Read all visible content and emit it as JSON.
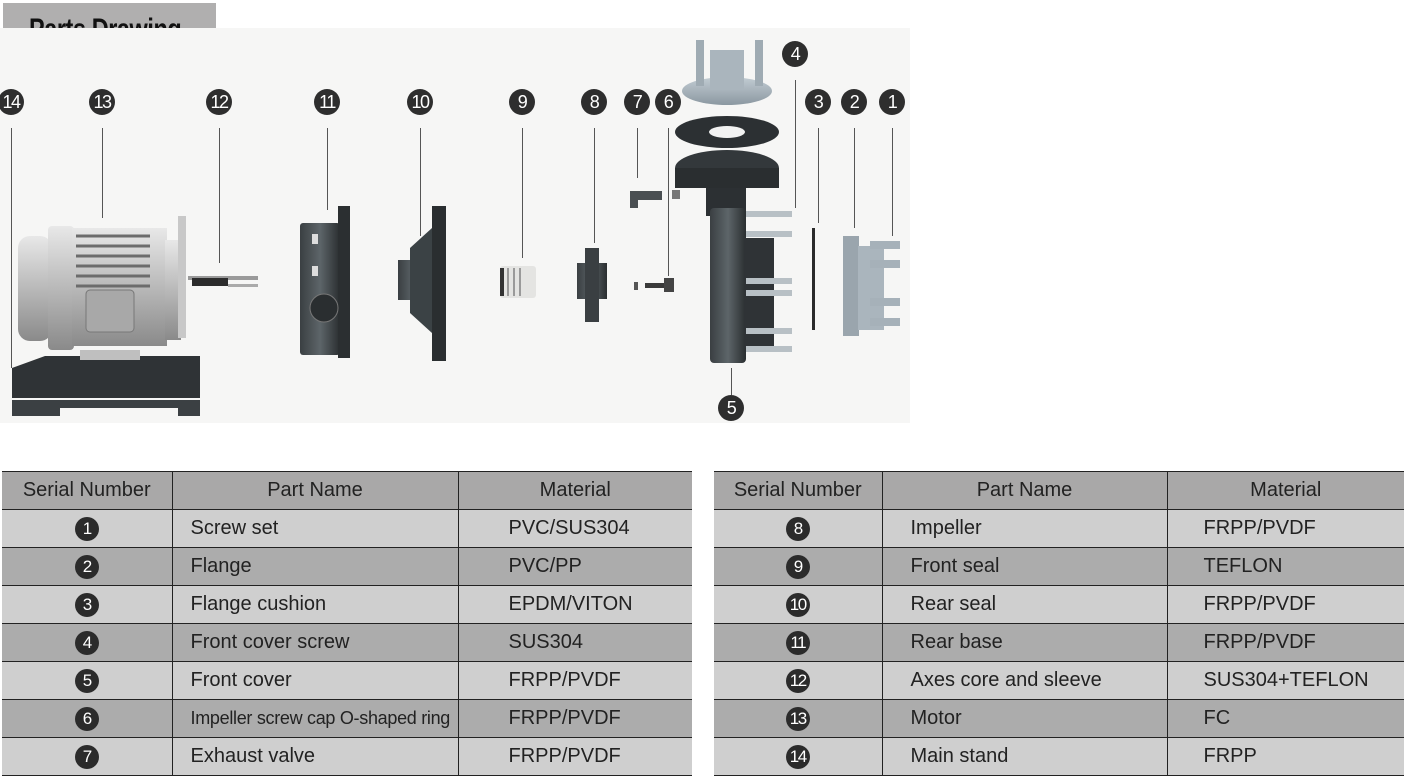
{
  "title": "Parts Drawing",
  "callouts": [
    "1",
    "2",
    "3",
    "4",
    "5",
    "6",
    "7",
    "8",
    "9",
    "10",
    "11",
    "12",
    "13",
    "14"
  ],
  "colors": {
    "header_bg": "#a9a8a8",
    "row_light": "#cfcfcf",
    "row_dark": "#acacac",
    "badge": "#2e2e2e",
    "title_bg": "#b0afaf"
  },
  "tables": [
    {
      "headers": [
        "Serial Number",
        "Part Name",
        "Material"
      ],
      "rows": [
        {
          "num": "1",
          "name": "Screw set",
          "material": "PVC/SUS304"
        },
        {
          "num": "2",
          "name": "Flange",
          "material": "PVC/PP"
        },
        {
          "num": "3",
          "name": "Flange cushion",
          "material": "EPDM/VITON"
        },
        {
          "num": "4",
          "name": "Front cover screw",
          "material": "SUS304"
        },
        {
          "num": "5",
          "name": "Front cover",
          "material": "FRPP/PVDF"
        },
        {
          "num": "6",
          "name": "Impeller screw cap O-shaped ring",
          "material": "FRPP/PVDF"
        },
        {
          "num": "7",
          "name": "Exhaust valve",
          "material": "FRPP/PVDF"
        }
      ]
    },
    {
      "headers": [
        "Serial Number",
        "Part Name",
        "Material"
      ],
      "rows": [
        {
          "num": "8",
          "name": "Impeller",
          "material": "FRPP/PVDF"
        },
        {
          "num": "9",
          "name": "Front seal",
          "material": "TEFLON"
        },
        {
          "num": "10",
          "name": "Rear seal",
          "material": "FRPP/PVDF"
        },
        {
          "num": "11",
          "name": "Rear base",
          "material": "FRPP/PVDF"
        },
        {
          "num": "12",
          "name": "Axes core and sleeve",
          "material": "SUS304+TEFLON"
        },
        {
          "num": "13",
          "name": "Motor",
          "material": "FC"
        },
        {
          "num": "14",
          "name": "Main stand",
          "material": "FRPP"
        }
      ]
    }
  ]
}
